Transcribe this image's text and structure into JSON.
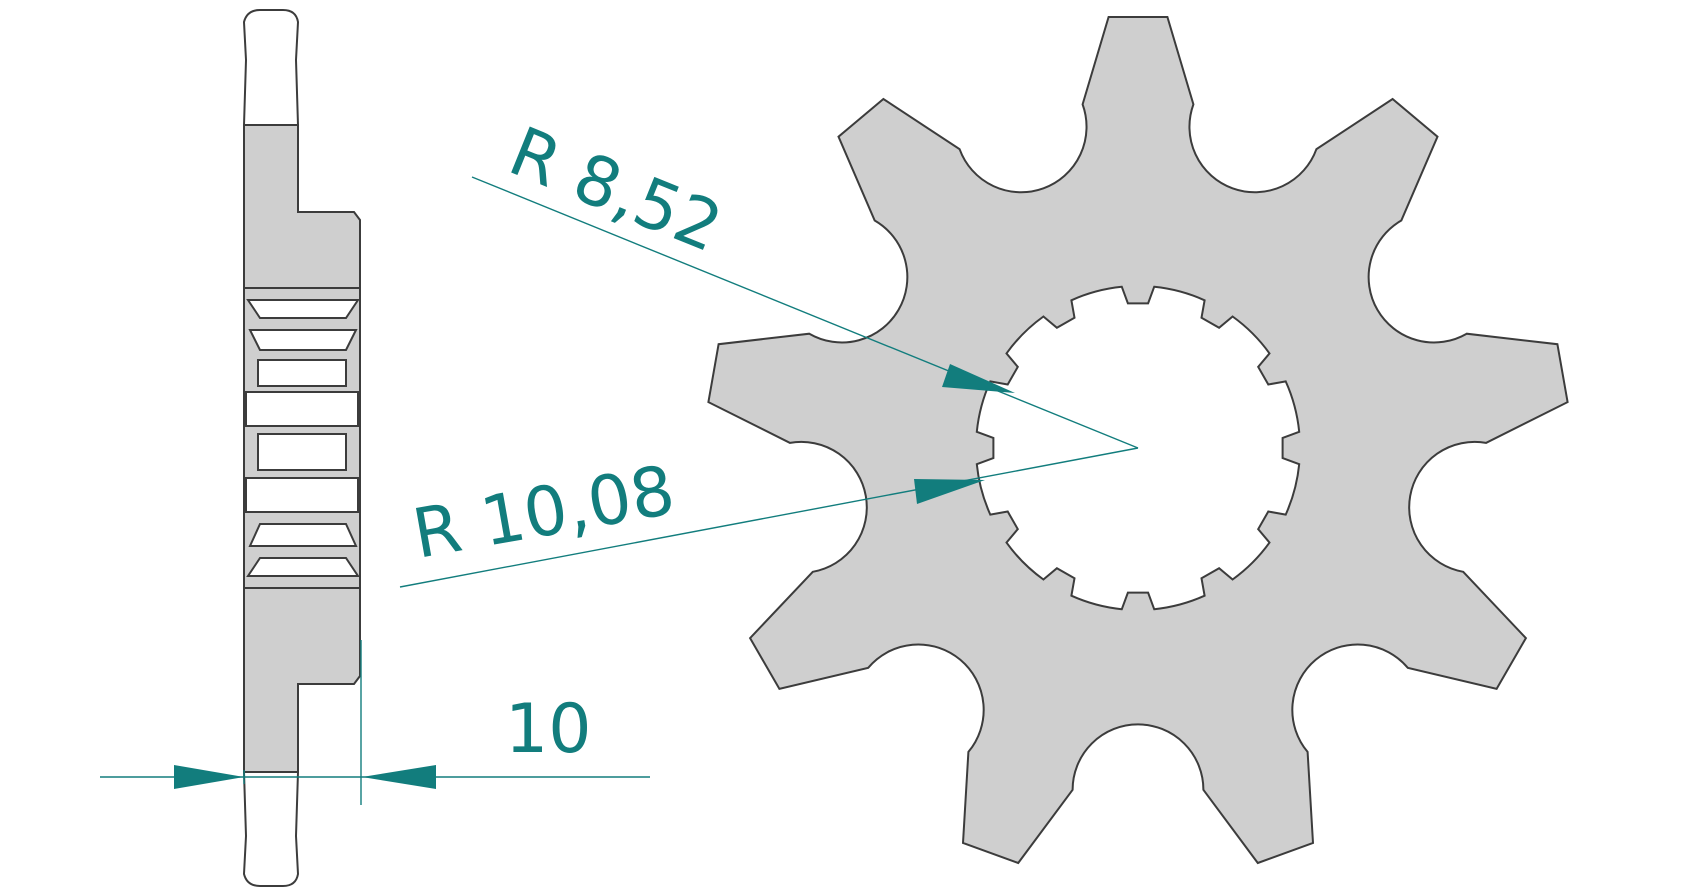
{
  "colors": {
    "part_fill": "#cfcfcf",
    "part_stroke": "#3c3c3c",
    "dimension": "#127d7d"
  },
  "dimensions": {
    "radius_inner": "R 8,52",
    "radius_outer": "R 10,08",
    "thickness": "10"
  },
  "sprocket": {
    "teeth": 9,
    "splines": 12
  }
}
